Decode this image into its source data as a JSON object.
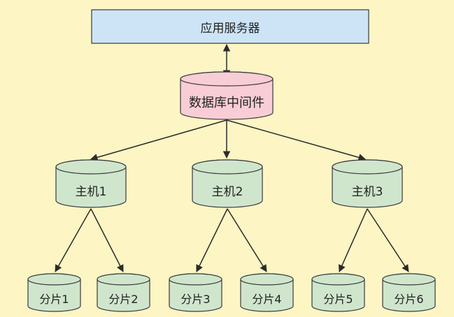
{
  "app_server": {
    "label": "应用服务器"
  },
  "middleware": {
    "label": "数据库中间件"
  },
  "hosts": [
    {
      "label": "主机1"
    },
    {
      "label": "主机2"
    },
    {
      "label": "主机3"
    }
  ],
  "shards": [
    {
      "label": "分片1"
    },
    {
      "label": "分片2"
    },
    {
      "label": "分片3"
    },
    {
      "label": "分片4"
    },
    {
      "label": "分片5"
    },
    {
      "label": "分片6"
    }
  ],
  "colors": {
    "background": "#fdf5c4",
    "app_server_fill": "#cde4f7",
    "middleware_fill": "#f8cdd6",
    "host_fill": "#cfe6cd",
    "shard_fill": "#cfe6cd",
    "stroke": "#3a3a3a"
  }
}
